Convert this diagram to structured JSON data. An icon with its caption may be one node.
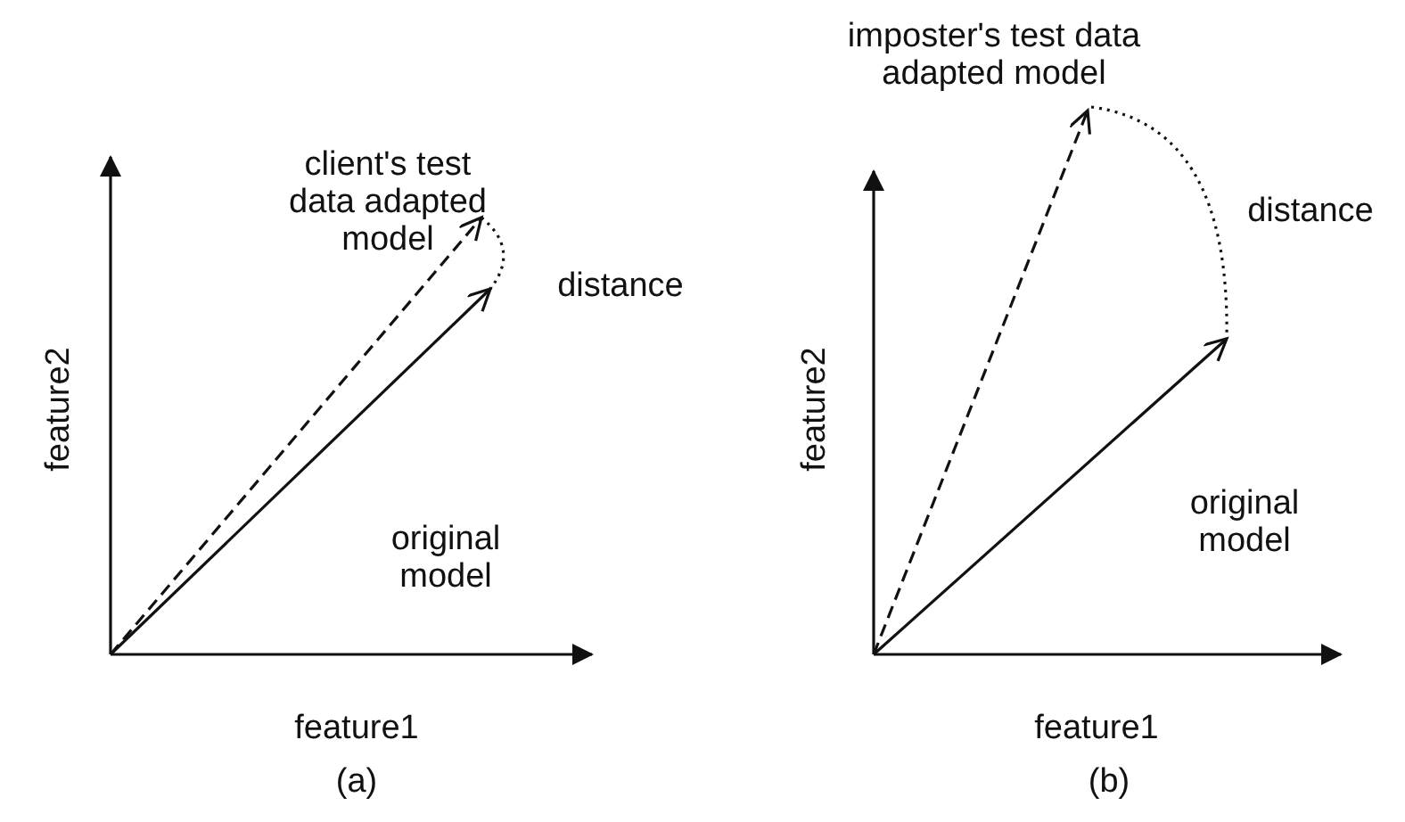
{
  "diagram": {
    "labels": [
      "client's test data adapted model",
      "distance",
      "feature2",
      "original model",
      "feature1",
      "(a)",
      "imposter's test data adapted model",
      "distance",
      "feature2",
      "original model",
      "feature1",
      "(b)"
    ]
  }
}
